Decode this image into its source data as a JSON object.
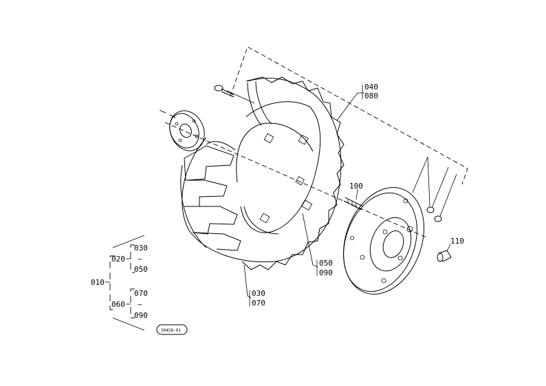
{
  "callouts": {
    "c040": "040",
    "c080": "080",
    "c100": "100",
    "c110": "110",
    "c050": "050",
    "c090": "090",
    "c030": "030",
    "c070": "070"
  },
  "tree": {
    "root": "010",
    "group_a": "020",
    "group_a_from": "030",
    "group_a_to": "050",
    "group_b": "060",
    "group_b_from": "070",
    "group_b_to": "090",
    "range_mark": "~"
  },
  "stamp": "30458-01"
}
